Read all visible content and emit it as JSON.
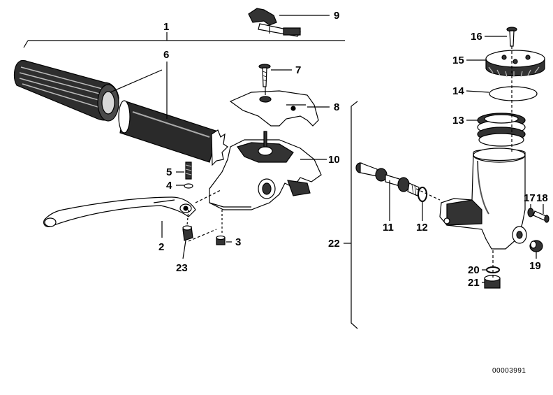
{
  "callouts": {
    "c1": "1",
    "c2": "2",
    "c3": "3",
    "c4": "4",
    "c5": "5",
    "c6": "6",
    "c7": "7",
    "c8": "8",
    "c9": "9",
    "c10": "10",
    "c11": "11",
    "c12": "12",
    "c13": "13",
    "c14": "14",
    "c15": "15",
    "c16": "16",
    "c17": "17",
    "c18": "18",
    "c19": "19",
    "c20": "20",
    "c21": "21",
    "c22": "22",
    "c23": "23"
  },
  "reference_code": "00003991",
  "colors": {
    "ink": "#000000",
    "paper": "#ffffff",
    "shade": "#3a3a3a"
  }
}
